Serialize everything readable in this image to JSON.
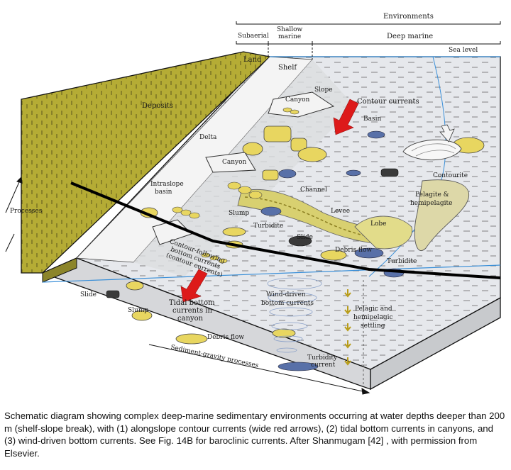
{
  "diagram": {
    "environments": {
      "header": "Environments",
      "subaerial": "Subaerial",
      "shallow_marine_line1": "Shallow",
      "shallow_marine_line2": "marine",
      "deep_marine": "Deep marine",
      "sea_level": "Sea level"
    },
    "labels": {
      "land": "Land",
      "shelf": "Shelf",
      "slope": "Slope",
      "canyon_top": "Canyon",
      "contour_currents": "Contour currents",
      "basin": "Basin",
      "deposits": "Deposits",
      "delta": "Delta",
      "canyon_mid": "Canyon",
      "intraslope_line1": "Intraslope",
      "intraslope_line2": "basin",
      "channel": "Channel",
      "contourite": "Contourite",
      "pelagite_line1": "Pelagite &",
      "pelagite_line2": "hemipelagite",
      "processes": "Processes",
      "slump_mid": "Slump",
      "levee": "Levee",
      "lobe": "Lobe",
      "turbidite_mid": "Turbidite",
      "slide_mid": "Slide",
      "debris_flow_mid": "Debris flow",
      "turbidite_right": "Turbidite",
      "contour_following_line1": "Contour-following",
      "contour_following_line2": "bottom currents",
      "contour_following_line3": "(contour currents)",
      "slide_left": "Slide",
      "tidal_line1": "Tidal bottom",
      "tidal_line2": "currents in",
      "tidal_line3": "canyon",
      "wind_driven_line1": "Wind-driven",
      "wind_driven_line2": "bottom currents",
      "pelagic_line1": "Pelagic and",
      "pelagic_line2": "hemipelagic",
      "pelagic_line3": "settling",
      "slump_low": "Slump",
      "debris_flow_low": "Debris flow",
      "turbidity_line1": "Turbidity",
      "turbidity_line2": "current",
      "sediment_gravity": "Sediment-gravity processes"
    },
    "colors": {
      "land": "#b5ac35",
      "water": "#e6e8ec",
      "deposit_yellow": "#e8d660",
      "channel_yellow": "#d8d070",
      "pelagite": "#ddd8a8",
      "blue_blob": "#5870a8",
      "dark_blob": "#3a3a3a",
      "red_arrow": "#dd1a1a",
      "sea_line": "#3a8fd8"
    }
  },
  "caption": "Schematic diagram showing complex deep-marine sedimentary environments occurring at water depths deeper than 200 m (shelf-slope break), with (1) alongslope contour currents (wide red arrows), (2) tidal bottom currents in canyons, and (3) wind-driven bottom currents. See Fig. 14B for baroclinic currents. After Shanmugam [42] , with permission from Elsevier."
}
